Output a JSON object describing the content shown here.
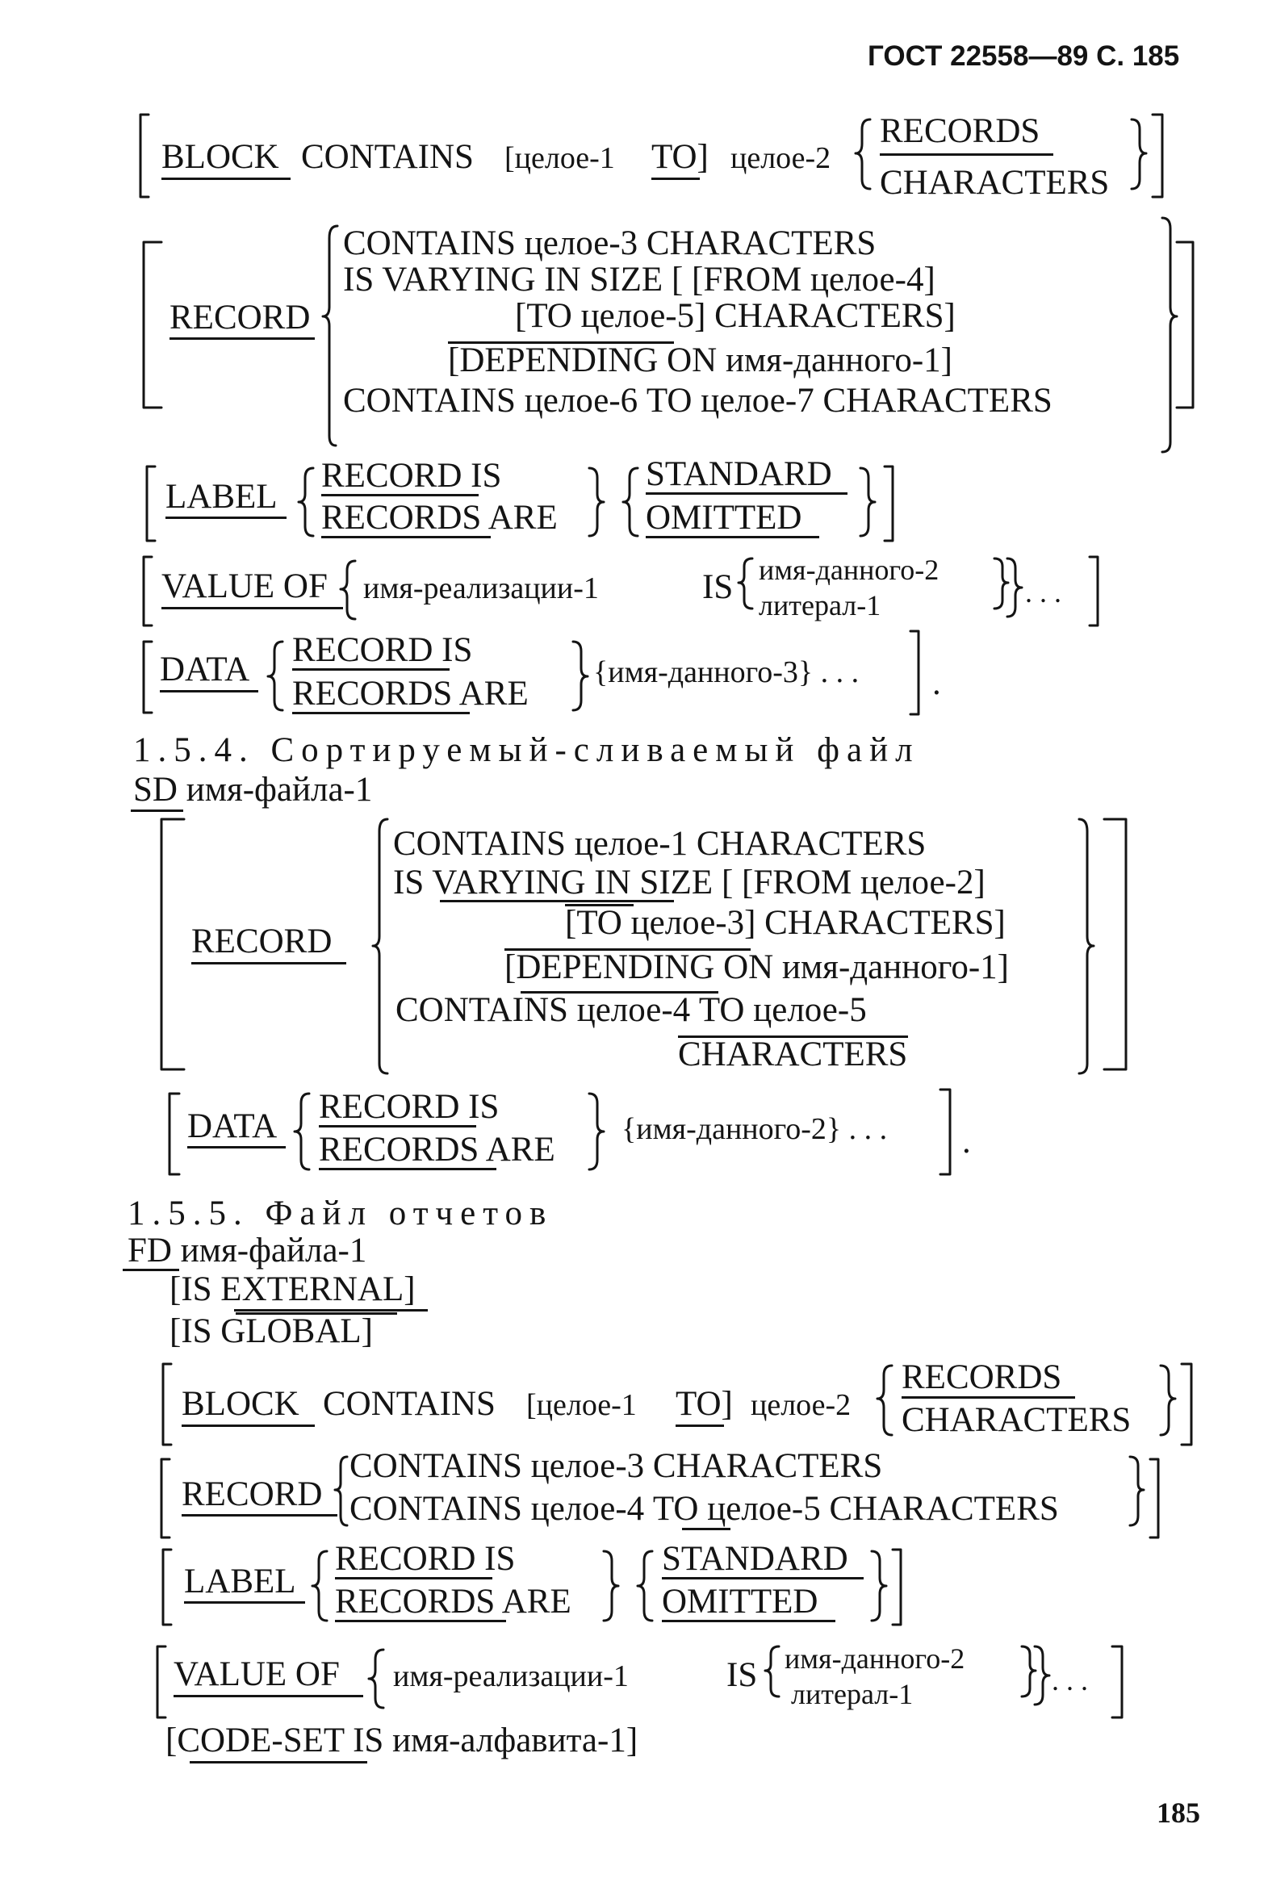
{
  "header": {
    "running_head": "ГОСТ 22558—89 С. 185"
  },
  "top": {
    "block": {
      "kw_block": "BLOCK",
      "contains": "CONTAINS",
      "int1": "[целое-1",
      "kw_to": "TO]",
      "int2": "целое-2",
      "records": "RECORDS",
      "characters": "CHARACTERS"
    },
    "record": {
      "kw_record": "RECORD",
      "opt1": "CONTAINS целое-3 CHARACTERS",
      "opt2_a": "IS VARYING IN SIZE [ [FROM целое-4]",
      "opt2_b": "[TO целое-5] CHARACTERS]",
      "opt2_c": "[DEPENDING ON имя-данного-1]",
      "opt3": "CONTAINS целое-6 TO целое-7 CHARACTERS"
    },
    "label": {
      "kw_label": "LABEL",
      "record_is": "RECORD IS",
      "records_are": "RECORDS ARE",
      "standard": "STANDARD",
      "omitted": "OMITTED"
    },
    "value": {
      "kw_value": "VALUE OF",
      "impl": "имя-реализации-1",
      "is": "IS",
      "data": "имя-данного-2",
      "literal": "литерал-1",
      "ellipsis": ". . ."
    },
    "data": {
      "kw_data": "DATA",
      "record_is": "RECORD IS",
      "records_are": "RECORDS ARE",
      "item": "{имя-данного-3} . . .",
      "period": "."
    }
  },
  "sd": {
    "heading": "1.5.4. Сортируемый-сливаемый файл",
    "line": "SD имя-файла-1",
    "record": {
      "kw_record": "RECORD",
      "opt1": "CONTAINS целое-1 CHARACTERS",
      "opt2_a": "IS VARYING IN SIZE [ [FROM целое-2]",
      "opt2_b": "[TO целое-3]  CHARACTERS]",
      "opt2_c": "[DEPENDING ON имя-данного-1]",
      "opt3_a": "CONTAINS целое-4 TO  целое-5",
      "opt3_b": "CHARACTERS"
    },
    "data": {
      "kw_data": "DATA",
      "record_is": "RECORD IS",
      "records_are": "RECORDS  ARE",
      "item": "{имя-данного-2} . . .",
      "period": "."
    }
  },
  "fd": {
    "heading": "1.5.5. Файл отчетов",
    "line": "FD имя-файла-1",
    "external": "[IS EXTERNAL]",
    "global": "[IS GLOBAL]",
    "block": {
      "kw_block": "BLOCK",
      "contains": "CONTAINS",
      "int1": "[целое-1",
      "kw_to": "TO]",
      "int2": "целое-2",
      "records": "RECORDS",
      "characters": "CHARACTERS"
    },
    "record": {
      "kw_record": "RECORD",
      "opt1": "CONTAINS целое-3 CHARACTERS",
      "opt2": "CONTAINS целое-4 TO целое-5 CHARACTERS"
    },
    "label": {
      "kw_label": "LABEL",
      "record_is": "RECORD IS",
      "records_are": "RECORDS ARE",
      "standard": "STANDARD",
      "omitted": "OMITTED"
    },
    "value": {
      "kw_value": "VALUE OF",
      "impl": "имя-реализации-1",
      "is": "IS",
      "data": "имя-данного-2",
      "literal": "литерал-1",
      "ellipsis": ". . ."
    },
    "codeset": "[CODE-SET IS имя-алфавита-1]"
  },
  "footer": {
    "page_number": "185"
  }
}
